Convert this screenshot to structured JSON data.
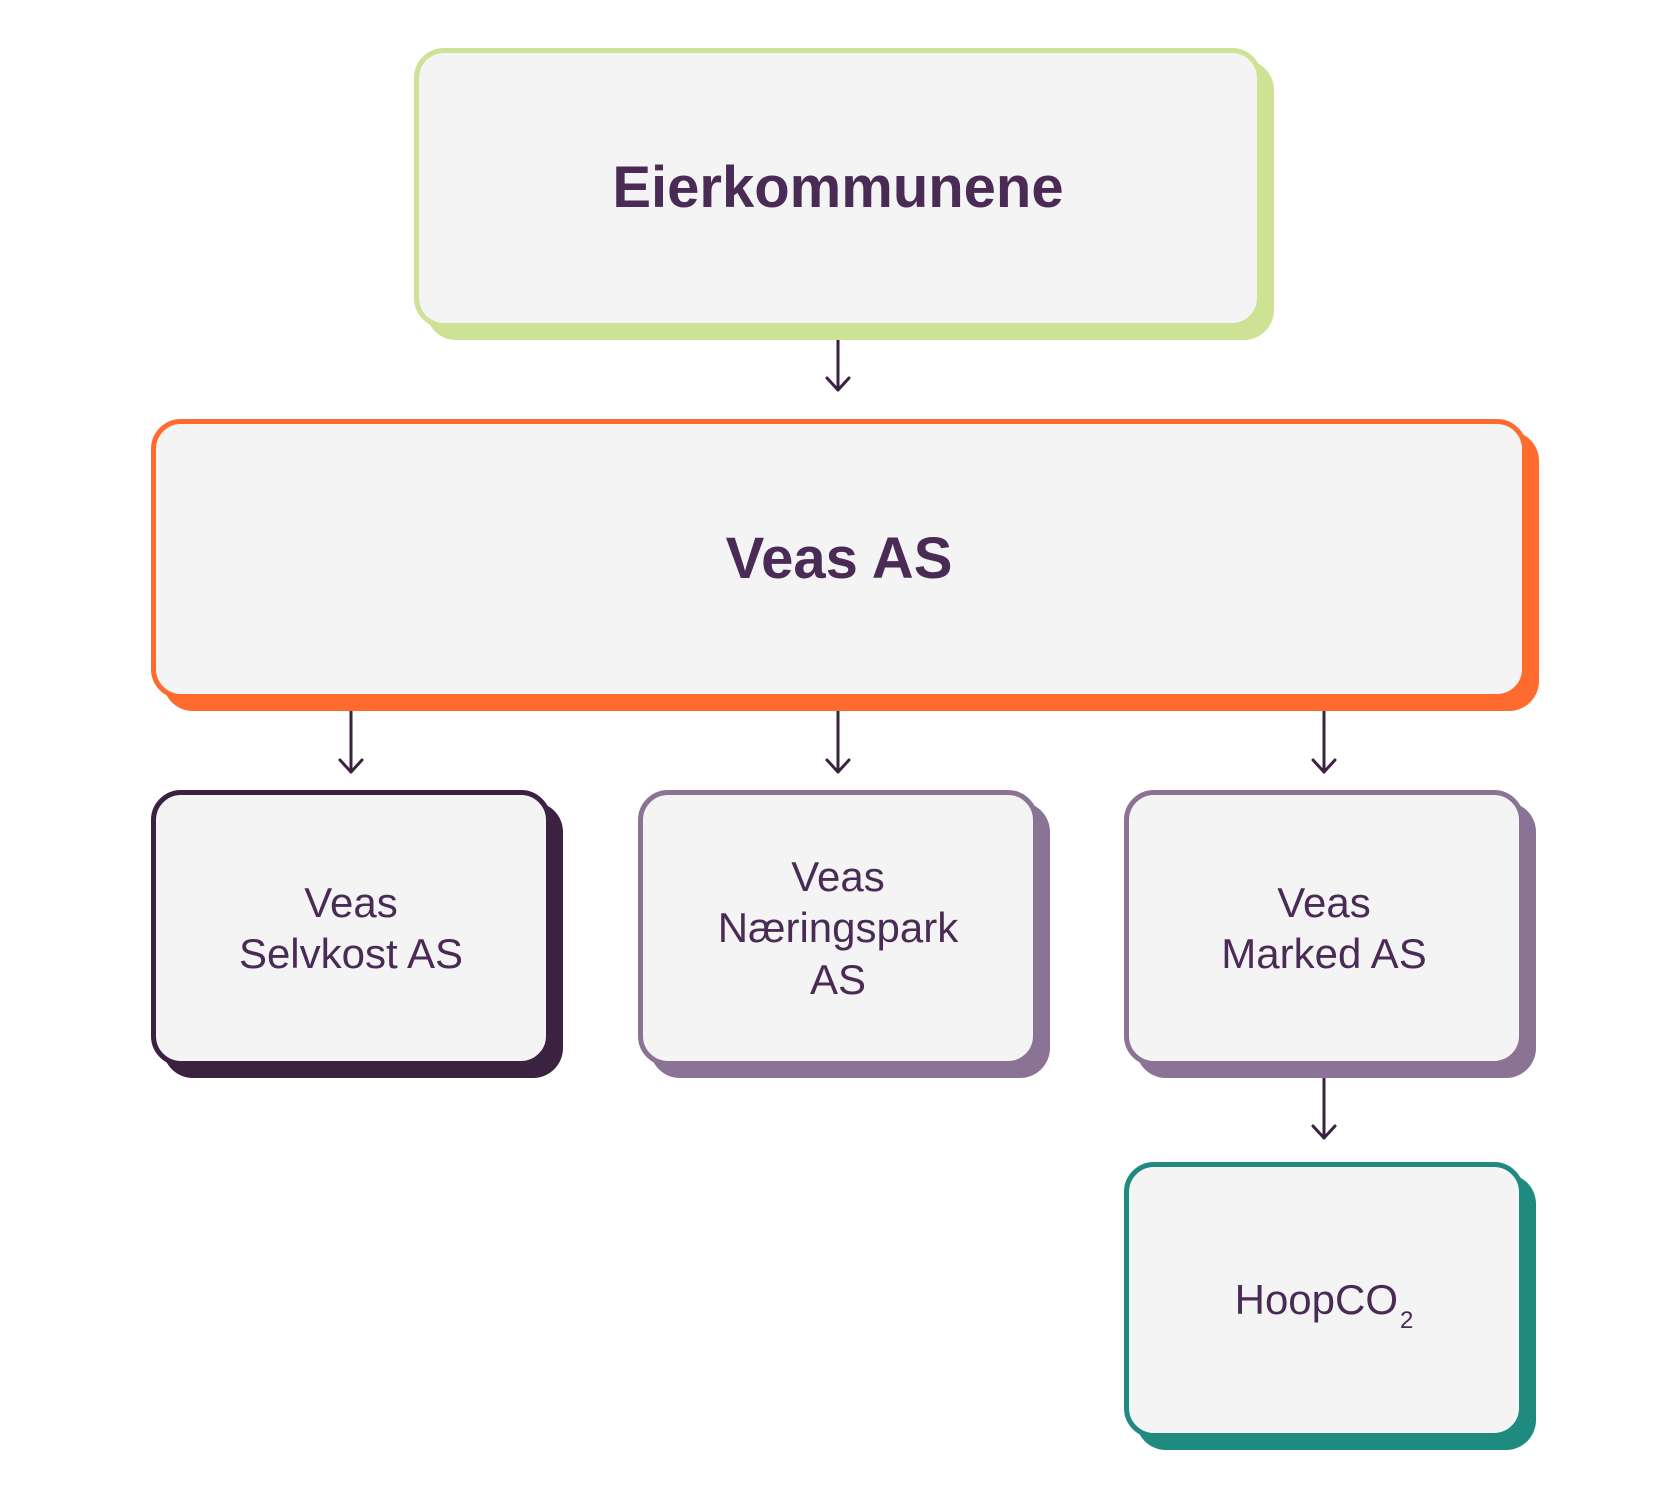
{
  "org": {
    "owners": {
      "label": "Eierkommunene"
    },
    "parent": {
      "label": "Veas AS"
    },
    "subsidiaries": [
      {
        "line1": "Veas",
        "line2": "Selvkost AS"
      },
      {
        "line1": "Veas",
        "line2": "Næringspark",
        "line3": "AS"
      },
      {
        "line1": "Veas",
        "line2": "Marked AS"
      }
    ],
    "grandchild": {
      "label": "HoopCO",
      "subscript": "2"
    }
  },
  "colors": {
    "text": "#4a2b55",
    "box_fill": "#f4f4f4",
    "owners_border": "#cde294",
    "parent_border": "#ff6b2e",
    "selvkost_border": "#3b2241",
    "naering_border": "#8a7394",
    "marked_border": "#8a7394",
    "hoop_border": "#1e8a80",
    "arrow": "#3b2241"
  }
}
